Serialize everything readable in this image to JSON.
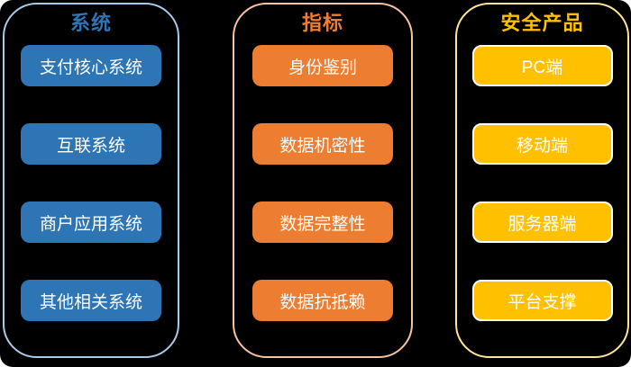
{
  "figure": {
    "background_color": "#000000"
  },
  "columns": [
    {
      "id": "systems",
      "title": "系统",
      "title_color": "#2E75B6",
      "border_color": "#A9CBEA",
      "box_color": "#2E75B6",
      "box_border_color": "transparent",
      "items": [
        "支付核心系统",
        "互联系统",
        "商户应用系统",
        "其他相关系统"
      ]
    },
    {
      "id": "indicators",
      "title": "指标",
      "title_color": "#ED7D31",
      "border_color": "#F7C4A1",
      "box_color": "#ED7D31",
      "box_border_color": "transparent",
      "items": [
        "身份鉴别",
        "数据机密性",
        "数据完整性",
        "数据抗抵赖"
      ]
    },
    {
      "id": "security-products",
      "title": "安全产品",
      "title_color": "#FFC000",
      "border_color": "#FFE699",
      "box_color": "#FFC000",
      "box_border_color": "#FFFFFF",
      "items": [
        "PC端",
        "移动端",
        "服务器端",
        "平台支撑"
      ]
    }
  ]
}
